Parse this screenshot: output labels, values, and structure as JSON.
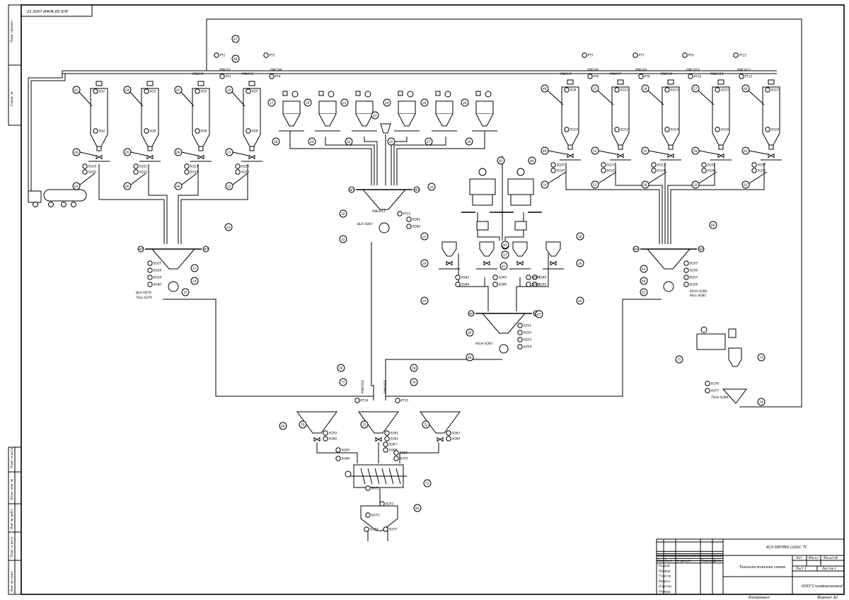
{
  "drawing": {
    "code_stamp": "21.3007 ИЖЖ.И0 БЭГ",
    "side_labels": [
      "Перв. примен.",
      "Справ. №",
      "Подп. и дата",
      "Взам. инв. №",
      "Инв. № дубл.",
      "Подп. и дата",
      "Инв. № подл."
    ],
    "bottom_labels": {
      "copied": "Копировал",
      "format": "Формат А1"
    }
  },
  "title_block": {
    "doc_code": "АСУ DRYMIX LOGIC ТС",
    "doc_name": "Технологическая схема",
    "company": "ООО\"Стройнеханика\"",
    "col_headers": [
      "Изм.",
      "Лист",
      "№ докум.",
      "Подпись",
      "Дата"
    ],
    "roles": [
      "Разраб.",
      "Провер.",
      "Т.контр.",
      "Реценз.",
      "Н.контр.",
      "Утверд."
    ],
    "lit_label": "Лит.",
    "mass_label": "Масса",
    "scale_label": "Масштаб",
    "sheet_label": "Лист 1",
    "sheets_label": "Листов 1"
  },
  "equipment": {
    "left_silos": [
      {
        "num": "01",
        "sensor": "SQ1",
        "lower": "SQ2",
        "pos": "02",
        "bottom": "03",
        "sq": [
          "SQ19",
          "SQ20"
        ]
      },
      {
        "num": "04",
        "sensor": "SQ3",
        "lower": "SQ4",
        "pos": "05",
        "bottom": "06",
        "sq": [
          "SQ21",
          "SQ22"
        ]
      },
      {
        "num": "07",
        "sensor": "SQ5",
        "lower": "SQ6",
        "pos": "08",
        "bottom": "09",
        "sq": [
          "SQ23",
          "SQ24"
        ]
      },
      {
        "num": "10",
        "sensor": "SQ7",
        "lower": "SQ8",
        "pos": "11",
        "bottom": "12",
        "sq": [
          "SQ25",
          "SQ26"
        ]
      }
    ],
    "right_silos": [
      {
        "num": "48",
        "sensor": "SQ9",
        "lower": "SQ10",
        "pos": "49",
        "bottom": "50",
        "sq": [
          "SQ29",
          "SQ30"
        ]
      },
      {
        "num": "51",
        "sensor": "SQ11",
        "lower": "SQ12",
        "pos": "52",
        "bottom": "53",
        "sq": [
          "SQ31",
          "SQ32"
        ]
      },
      {
        "num": "54",
        "sensor": "SQ13",
        "lower": "SQ14",
        "pos": "55",
        "bottom": "56",
        "sq": [
          "SQ33",
          "SQ34"
        ]
      },
      {
        "num": "57",
        "sensor": "SQ15",
        "lower": "SQ16",
        "pos": "58",
        "bottom": "59",
        "sq": [
          "SQ35",
          "SQ36"
        ]
      },
      {
        "num": "60",
        "sensor": "SQ17",
        "lower": "SQ18",
        "pos": "61",
        "bottom": "62",
        "sq": [
          "SQ37",
          "SQ38"
        ]
      }
    ],
    "bunkers": [
      {
        "num": "17",
        "pos": "18"
      },
      {
        "num": "19",
        "pos": "20"
      },
      {
        "num": "21",
        "pos": "22"
      },
      {
        "num": "24",
        "pos": "25"
      },
      {
        "num": "26",
        "pos": "27"
      },
      {
        "num": "28",
        "pos": "29"
      }
    ],
    "bunker_mid_num": "23",
    "pinch_top": [
      "PINCH1",
      "PINCH2",
      "PINCH3",
      "PINCH4",
      "PINCH5",
      "PINCH6",
      "PINCH7",
      "PINCH8",
      "PINCH9",
      "PINCH10",
      "PINCH11",
      "PINCH12"
    ],
    "pt_labels": [
      "PT1",
      "PT2",
      "PT3",
      "PT4",
      "PT5",
      "PT6",
      "PT7",
      "PT8",
      "PT9",
      "PT10",
      "PT11",
      "PT12"
    ],
    "top_misc": [
      "67",
      "68"
    ],
    "scales": {
      "left": {
        "num": "13",
        "lower": "14",
        "bottom": "15",
        "top": "16",
        "labels": [
          "SQ27",
          "SQ28",
          "SQ39",
          "SQ40"
        ],
        "id": [
          "BLH-SQ78",
          "7SLL-SQ79"
        ],
        "wt": "WT"
      },
      "center": {
        "num": "30",
        "lower": "31",
        "side": "32",
        "pinch": "PINCH13",
        "pt": "PT13",
        "labels": [
          "SQ41",
          "SQ42"
        ],
        "id": "BLH-SQ87",
        "wt": "WT"
      },
      "right": {
        "num": "63",
        "lower": "64",
        "bottom": "65",
        "top": "66",
        "labels": [
          "SQ55",
          "SQ56",
          "SQ57",
          "SQ58"
        ],
        "id": [
          "8SLH-SQ80",
          "8SLL-SQ81"
        ],
        "wt": "WT"
      },
      "additive": {
        "num": "45",
        "lower": "46",
        "top": "47",
        "labels": [
          "SQ51",
          "SQ52",
          "SQ53",
          "SQ54"
        ],
        "id": "4SLH-SQ83",
        "wt": "WT"
      }
    },
    "additive_units": [
      {
        "num": "33",
        "pos": "34",
        "low": "35",
        "sq": [
          "SQ43",
          "SQ44"
        ]
      },
      {
        "num": "36",
        "pos": "37",
        "low": "",
        "sq": [
          "SQ45",
          "SQ46"
        ]
      },
      {
        "num": "38",
        "pos": "39",
        "low": "40",
        "sq": [
          "SQ49",
          "SQ50"
        ]
      },
      {
        "num": "41",
        "pos": "",
        "low": "",
        "sq": [
          "SQ47",
          "SQ48"
        ]
      }
    ],
    "bag_units": [
      "42",
      "43",
      "44"
    ],
    "mixer": {
      "hoppers": [
        {
          "num": "69",
          "pos": "70",
          "sq": [
            "SQ59",
            "SQ60"
          ]
        },
        {
          "num": "70",
          "pos": "71",
          "sq": [
            "SQ61",
            "SQ62"
          ]
        },
        {
          "num": "71",
          "pos": "72",
          "sq": [
            "SQ63",
            "SQ64"
          ]
        }
      ],
      "pinch": [
        "PINCH14",
        "PINCH15"
      ],
      "pt": [
        "PT14",
        "PT15"
      ],
      "top_nums": [
        "76",
        "77",
        "78",
        "79"
      ],
      "num": "72",
      "under": [
        "SQ65",
        "SQ66",
        "SQ67",
        "SQ68",
        "SQ69",
        "SQ70",
        "SQ71",
        "SQ72"
      ],
      "bin": {
        "num": "80",
        "labels": [
          "SQ73",
          "SQ74",
          "SQ75"
        ]
      }
    },
    "packer": {
      "num": "73",
      "pos": "74",
      "unit": "75",
      "labels": [
        "SQ76",
        "SQ77"
      ],
      "id": "7SLH-SQ84"
    }
  }
}
